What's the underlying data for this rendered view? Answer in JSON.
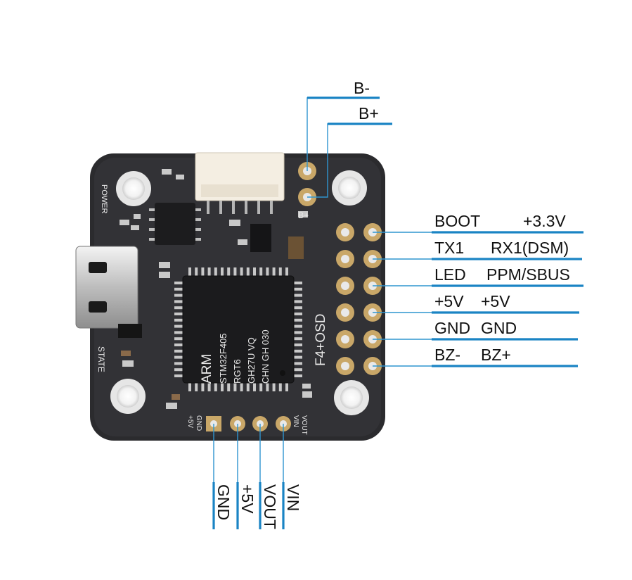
{
  "top_pads": [
    {
      "label": "B-"
    },
    {
      "label": "B+"
    }
  ],
  "right_pins": [
    {
      "left": "BOOT",
      "right": "+3.3V"
    },
    {
      "left": "TX1",
      "right": "RX1(DSM)"
    },
    {
      "left": "LED",
      "right": "PPM/SBUS"
    },
    {
      "left": "+5V",
      "right": "+5V"
    },
    {
      "left": "GND",
      "right": "GND"
    },
    {
      "left": "BZ-",
      "right": "BZ+"
    }
  ],
  "bottom_pins": [
    {
      "label": "GND"
    },
    {
      "label": "+5V"
    },
    {
      "label": "VOUT"
    },
    {
      "label": "VIN"
    }
  ],
  "silkscreen": {
    "board_name": "F4+OSD",
    "power": "POWER",
    "state": "STATE",
    "b_plus": "B+",
    "bottom_vin": "VIN",
    "bottom_vout": "VOUT",
    "bottom_5v": "+5V",
    "bottom_gnd": "GND"
  },
  "chip": {
    "brand": "ARM",
    "line1": "STM32F405",
    "line2": "RGT6",
    "line3": "GH27U VQ",
    "line4": "CHN GH 030"
  },
  "colors": {
    "pcb": "#2b2b2e",
    "leader_line": "#2f95cf",
    "label_underline": "#1a84c4"
  }
}
